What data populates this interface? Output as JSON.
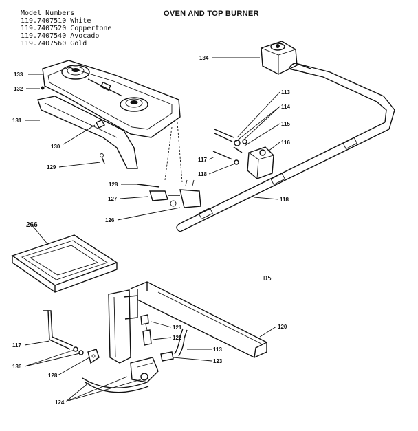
{
  "title": "OVEN AND TOP BURNER",
  "models": {
    "heading": "Model Numbers",
    "items": [
      "119.7407510 White",
      "119.7407520 Coppertone",
      "119.7407540 Avocado",
      "119.7407560 Gold"
    ]
  },
  "diagram_code": "D5",
  "callouts": {
    "c133": "133",
    "c132": "132",
    "c131": "131",
    "c130": "130",
    "c129": "129",
    "c128a": "128",
    "c127": "127",
    "c126": "126",
    "c134": "134",
    "c113a": "113",
    "c114": "114",
    "c115": "115",
    "c116": "116",
    "c117a": "117",
    "c118a": "118",
    "c118b": "118",
    "c266": "266",
    "c121": "121",
    "c122": "122",
    "c113b": "113",
    "c123": "123",
    "c120": "120",
    "c117b": "117",
    "c136": "136",
    "c128b": "128",
    "c124": "124"
  }
}
